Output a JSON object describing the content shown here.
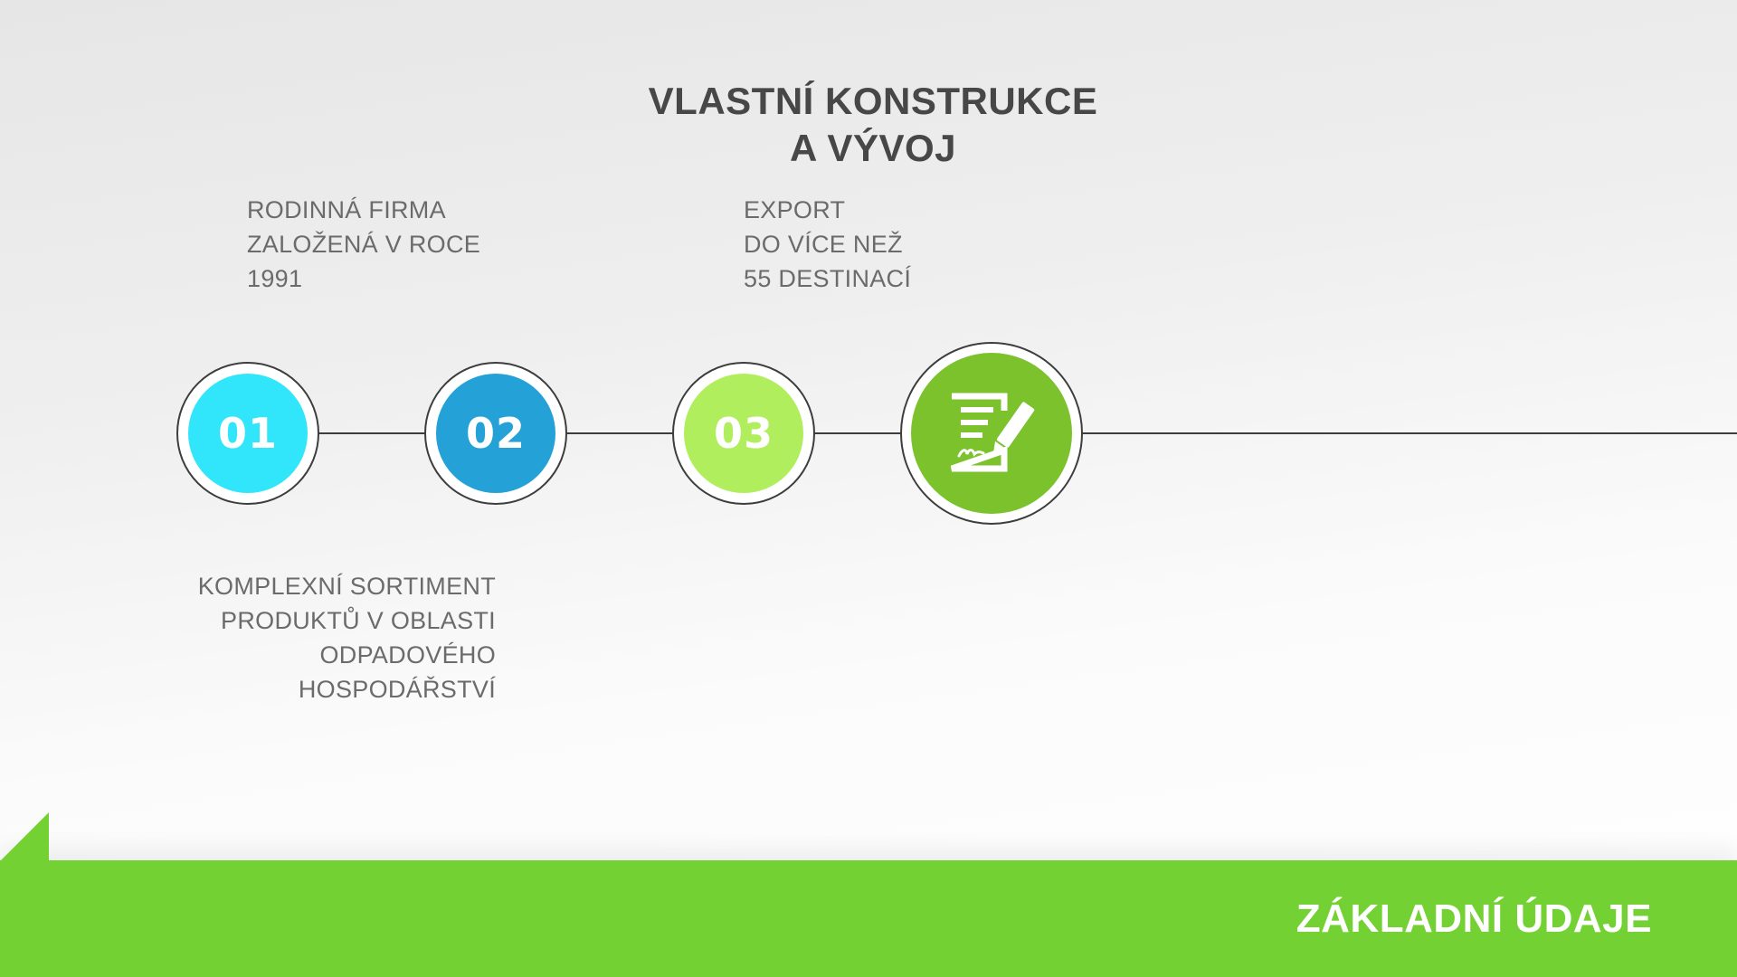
{
  "title": {
    "line1": "VLASTNÍ KONSTRUKCE",
    "line2": "A VÝVOJ"
  },
  "notes": [
    {
      "id": "01",
      "text": "RODINNÁ FIRMA\nZALOŽENÁ V ROCE\n1991"
    },
    {
      "id": "02",
      "text": "KOMPLEXNÍ SORTIMENT\nPRODUKTŮ V OBLASTI\nODPADOVÉHO\nHOSPODÁŘSTVÍ"
    },
    {
      "id": "03",
      "text": "EXPORT\nDO VÍCE NEŽ\n55 DESTINACÍ"
    }
  ],
  "timeline": {
    "nodes": [
      {
        "label": "01",
        "color": "#31e6fa"
      },
      {
        "label": "02",
        "color": "#24a1d6"
      },
      {
        "label": "03",
        "color": "#b0ee5e"
      },
      {
        "icon": "contract-signing-icon",
        "color": "#7bc22d"
      }
    ]
  },
  "footer": {
    "label": "ZÁKLADNÍ ÚDAJE",
    "color": "#74d133"
  }
}
